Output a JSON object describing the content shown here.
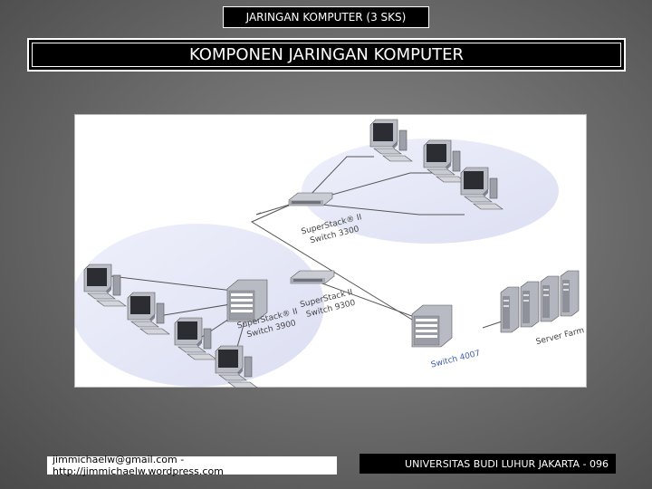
{
  "header": {
    "course": "JARINGAN KOMPUTER (3 SKS)",
    "title": "KOMPONEN JARINGAN KOMPUTER"
  },
  "diagram": {
    "labels": {
      "switch_3300_line1": "SuperStack® II",
      "switch_3300_line2": "Switch 3300",
      "switch_9300_line1": "SuperStack II",
      "switch_9300_line2": "Switch 9300",
      "switch_3900_line1": "SuperStack® II",
      "switch_3900_line2": "Switch 3900",
      "switch_4007": "Switch 4007",
      "server_farm": "Server Farm"
    }
  },
  "footer": {
    "contact": "jimmichaelw@gmail.com - http://jimmichaelw.wordpress.com",
    "institution": "UNIVERSITAS BUDI LUHUR JAKARTA - 096"
  }
}
